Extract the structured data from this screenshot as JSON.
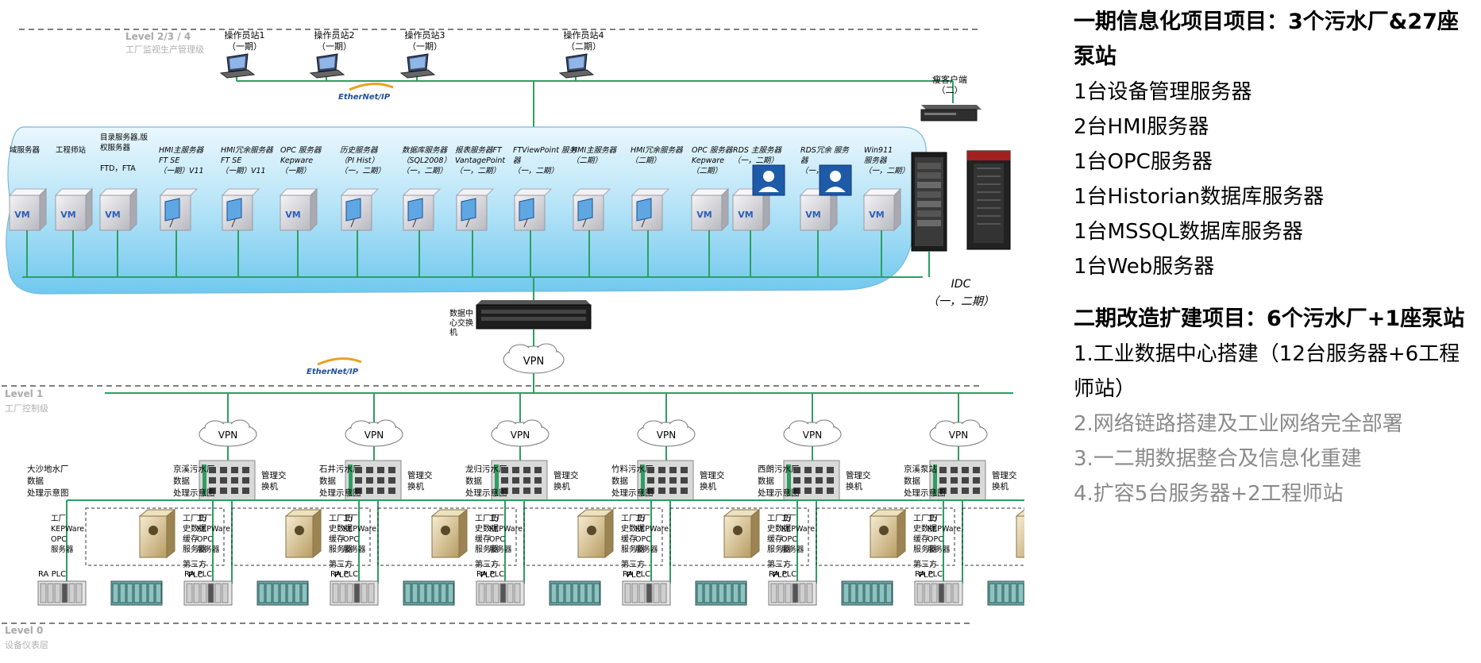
{
  "levels": {
    "l234_title": "Level 2/3 / 4",
    "l234_sub": "工厂监视生产管理级",
    "l1_title": "Level 1",
    "l1_sub": "工厂控制级",
    "l0_title": "Level 0",
    "l0_sub": "设备仪表层"
  },
  "operator_stations": [
    {
      "name": "操作员站1",
      "phase": "（一期）"
    },
    {
      "name": "操作员站2",
      "phase": "（一期）"
    },
    {
      "name": "操作员站3",
      "phase": "（一期）"
    },
    {
      "name": "操作员站4",
      "phase": "（二期）"
    }
  ],
  "ethernet_label": "EtherNet/IP",
  "thin_client": [
    "瘦客户端",
    "（二）"
  ],
  "servers": [
    {
      "lines": [
        "域服务器"
      ]
    },
    {
      "lines": [
        "工程师站"
      ]
    },
    {
      "lines": [
        "目录服务器,版",
        "权服务器",
        "",
        "FTD，FTA"
      ]
    },
    {
      "lines": [
        "HMI主服务器",
        "FT SE",
        "（一期）V11"
      ]
    },
    {
      "lines": [
        "HMI冗余服务器",
        "FT SE",
        "（一期）V11"
      ]
    },
    {
      "lines": [
        "OPC 服务器",
        "Kepware",
        "（一期）"
      ]
    },
    {
      "lines": [
        "历史服务器",
        "（PI Hist）",
        "（一，二期）"
      ]
    },
    {
      "lines": [
        "数据库服务器",
        "（SQL2008）",
        "（一，二期）"
      ]
    },
    {
      "lines": [
        "报表服务器FT",
        "VantagePoint",
        "（一，二期）"
      ]
    },
    {
      "lines": [
        "FTViewPoint 服务",
        "器",
        "（一，二期）"
      ]
    },
    {
      "lines": [
        "HMI主服务器",
        "（二期）"
      ]
    },
    {
      "lines": [
        "HMI冗余服务器",
        "（二期）"
      ]
    },
    {
      "lines": [
        "OPC 服务器",
        "Kepware",
        "（二期）"
      ]
    },
    {
      "lines": [
        "RDS 主服务器",
        "（一，二期）"
      ]
    },
    {
      "lines": [
        "RDS冗余 服务",
        "器",
        "（一，二期）"
      ]
    },
    {
      "lines": [
        "Win911",
        "服务器",
        "（一，二期）"
      ]
    }
  ],
  "vm_label": "VM",
  "idc_label": [
    "IDC",
    "（一，二期）"
  ],
  "dc_switch_label": [
    "数据中",
    "心交换",
    "机"
  ],
  "vpn_label": "VPN",
  "plants": [
    {
      "name": [
        "大沙地水厂",
        "数据",
        "处理示意图"
      ]
    },
    {
      "name": [
        "京溪污水厂",
        "数据",
        "处理示意图"
      ]
    },
    {
      "name": [
        "石井污水厂",
        "数据",
        "处理示意图"
      ]
    },
    {
      "name": [
        "龙归污水厂",
        "数据",
        "处理示意图"
      ]
    },
    {
      "name": [
        "竹料污水厂",
        "数据",
        "处理示意图"
      ]
    },
    {
      "name": [
        "西朗污水厂",
        "数据",
        "处理示意图"
      ]
    },
    {
      "name": [
        "京溪泵站",
        "数据",
        "处理示意图"
      ]
    }
  ],
  "plant_common": {
    "switch_label": [
      "管理交",
      "换机"
    ],
    "left_label": [
      "工厂",
      "KEPWare",
      "OPC",
      "服务器"
    ],
    "right_label": [
      "工厂历",
      "史数据",
      "缓存",
      "服务器"
    ],
    "third_party": [
      "第三方",
      "PLC"
    ],
    "ra_plc": "RA PLC"
  },
  "info_panel": {
    "phase1_title": "一期信息化项目项目：3个污水厂&27座泵站",
    "phase1_items": [
      "1台设备管理服务器",
      "2台HMI服务器",
      "1台OPC服务器",
      "1台Historian数据库服务器",
      "1台MSSQL数据库服务器",
      "1台Web服务器"
    ],
    "phase2_title": "二期改造扩建项目：6个污水厂+1座泵站",
    "phase2_items": [
      {
        "text": "1.工业数据中心搭建（12台服务器+6工程师站）",
        "style": "active"
      },
      {
        "text": "2.网络链路搭建及工业网络完全部署",
        "style": "grey"
      },
      {
        "text": "3.一二期数据整合及信息化重建",
        "style": "grey"
      },
      {
        "text": "4.扩容5台服务器+2工程师站",
        "style": "grey"
      }
    ]
  },
  "colors": {
    "network_line": "#2e9e62",
    "cloud_band_top": "#e4f5fd",
    "cloud_band_bottom": "#7ccdf0",
    "grey_text": "#8a8a8a"
  }
}
